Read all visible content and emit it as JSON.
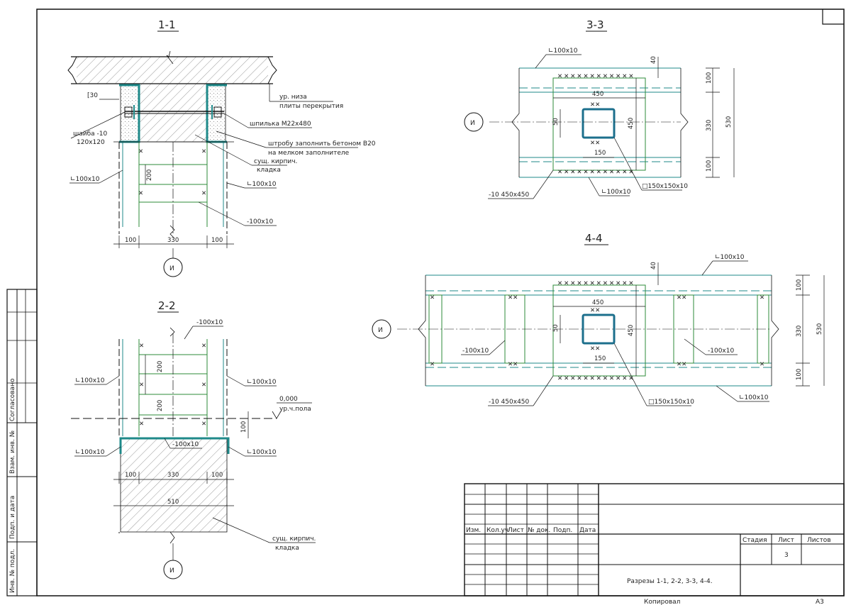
{
  "sections": {
    "s11": {
      "title": "1-1",
      "axis": "И",
      "labels": {
        "channel": "[30",
        "level1": "ур. низа",
        "level2": "плиты перекрытия",
        "washer1": "шайба -10",
        "washer2": "120х120",
        "stud": "шпилька М22х480",
        "groove1": "штробу заполнить бетоном В20",
        "groove2": "на мелком заполнителе",
        "masonry1": "сущ. кирпич.",
        "masonry2": "кладка",
        "angle_left": "∟100х10",
        "angle_right": "∟100х10",
        "strip": "-100х10"
      },
      "dims": {
        "left": "100",
        "mid": "330",
        "right": "100",
        "v200": "200"
      }
    },
    "s22": {
      "title": "2-2",
      "axis": "И",
      "labels": {
        "strip_top": "-100х10",
        "angle_left_top": "∟100х10",
        "angle_right_top": "∟100х10",
        "level_value": "0,000",
        "level_name": "ур.ч.пола",
        "angle_left_bot": "∟100х10",
        "angle_right_bot": "∟100х10",
        "strip_bot": "-100х10",
        "masonry1": "сущ. кирпич.",
        "masonry2": "кладка"
      },
      "dims": {
        "v200a": "200",
        "v200b": "200",
        "v100": "100",
        "left": "100",
        "mid": "330",
        "right": "100",
        "total": "510"
      }
    },
    "s33": {
      "title": "3-3",
      "axis": "И",
      "labels": {
        "angle_top": "∟100х10",
        "plate": "-10 450х450",
        "angle_bot": "∟100х10",
        "tube": "□150х150х10"
      },
      "dims": {
        "d40": "40",
        "d450h": "450",
        "d450v": "450",
        "d50": "50",
        "d150": "150",
        "d100a": "100",
        "d330": "330",
        "d100b": "100",
        "d530": "530"
      }
    },
    "s44": {
      "title": "4-4",
      "axis": "И",
      "labels": {
        "angle_top": "∟100х10",
        "strip_left": "-100х10",
        "strip_right": "-100х10",
        "plate": "-10 450х450",
        "tube": "□150х150х10",
        "angle_bot": "∟100х10"
      },
      "dims": {
        "d40": "40",
        "d450h": "450",
        "d450v": "450",
        "d50": "50",
        "d150": "150",
        "d100a": "100",
        "d330": "330",
        "d100b": "100",
        "d530": "530"
      }
    }
  },
  "side_stamp": {
    "agreed": "Согласовано",
    "replaced": "Взам. инв. №",
    "signature": "Подп. и дата",
    "inventory": "Инв. № подл."
  },
  "title_block": {
    "cols": [
      "Изм.",
      "Кол.уч",
      "Лист",
      "№ док.",
      "Подп.",
      "Дата"
    ],
    "stage": "Стадия",
    "sheet": "Лист",
    "sheets": "Листов",
    "sheet_no": "3",
    "name": "Разрезы 1-1, 2-2, 3-3, 4-4.",
    "copied": "Копировал",
    "format": "А3"
  },
  "colors": {
    "line": "#1a1a1a",
    "steel": "#1f8a8a",
    "green": "#2e8b3a",
    "section": "#1c6f8c"
  }
}
